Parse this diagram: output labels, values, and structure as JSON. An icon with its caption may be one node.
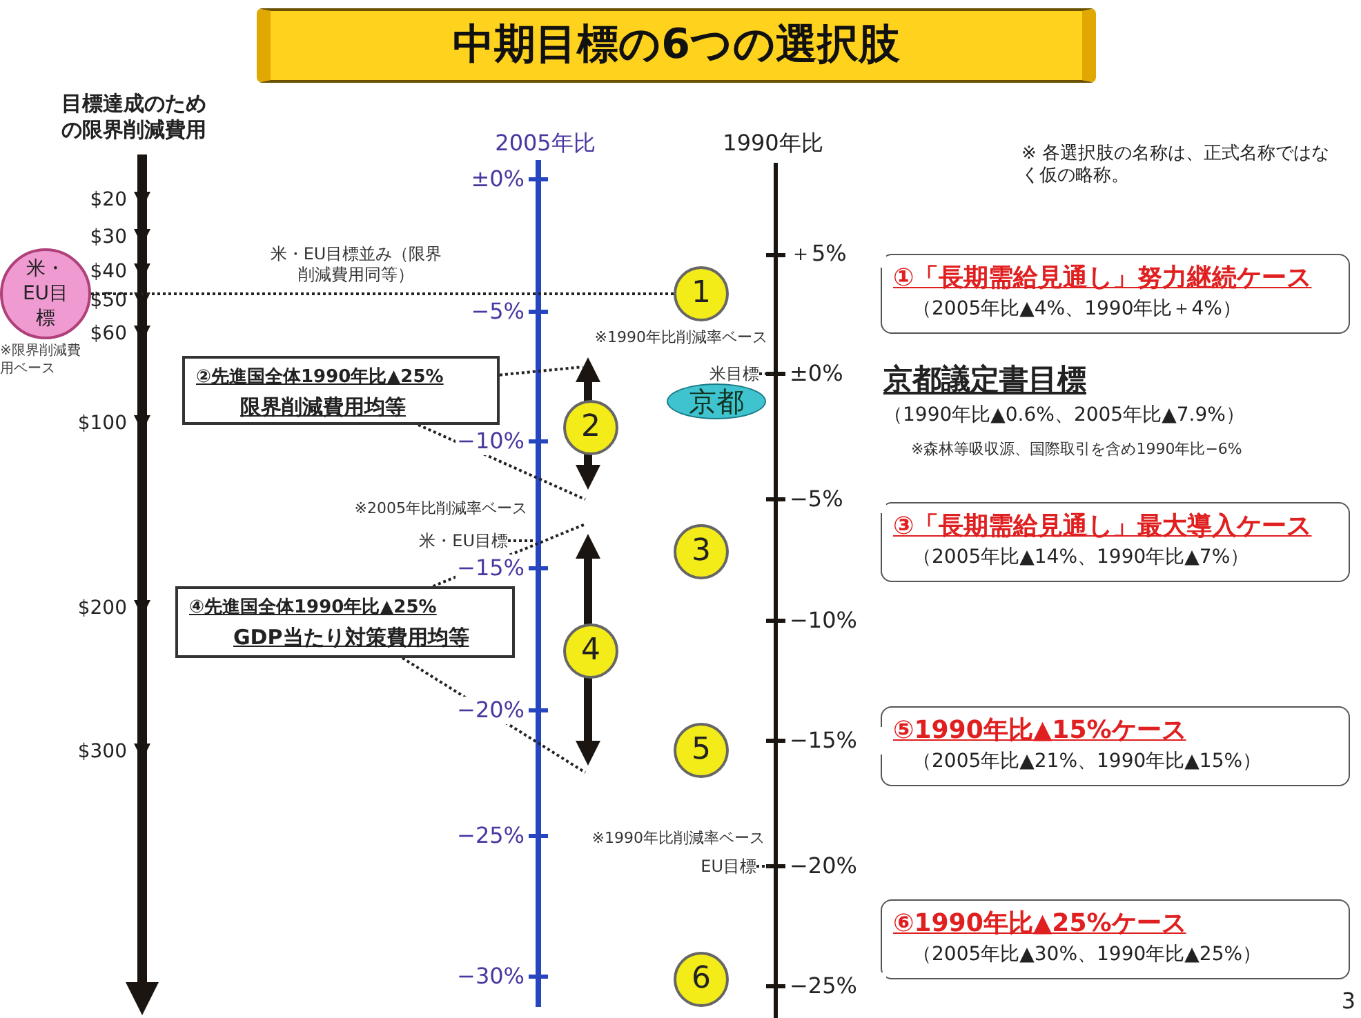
{
  "diagram": {
    "title": "中期目標の6つの選択肢",
    "nodes": [
      {
        "text": [
          "米・EU目標"
        ],
        "beside": [
          "※限界削減費用ベース"
        ]
      },
      {
        "text": [
          "②先進国全体1990年比▲25%",
          "限界削減費用均等"
        ]
      },
      {
        "text": [
          "④先進国全体1990年比▲25%",
          "GDP当たり対策費用均等"
        ]
      },
      {
        "text": [
          "1"
        ]
      },
      {
        "text": [
          "2"
        ]
      },
      {
        "text": [
          "3"
        ]
      },
      {
        "text": [
          "4"
        ]
      },
      {
        "text": [
          "5"
        ]
      },
      {
        "text": [
          "6"
        ]
      },
      {
        "text": [
          "京都"
        ]
      },
      {
        "text": [
          "①「長期需給見通し」努力継続ケース",
          "（2005年比▲4%、1990年比＋4%）"
        ]
      },
      {
        "text": [
          "③「長期需給見通し」最大導入ケース",
          "（2005年比▲14%、1990年比▲7%）"
        ]
      },
      {
        "text": [
          "⑤1990年比▲15%ケース",
          "（2005年比▲21%、1990年比▲15%）"
        ]
      },
      {
        "text": [
          "⑥1990年比▲25%ケース",
          "（2005年比▲30%、1990年比▲25%）"
        ]
      },
      {
        "text": [
          "米目標"
        ]
      },
      {
        "text": [
          "米・EU目標"
        ]
      },
      {
        "text": [
          "EU目標"
        ]
      }
    ],
    "edges": [
      {
        "from": 0,
        "to": 3,
        "arrow": "none",
        "style": "dashed",
        "label": "米・EU目標並み（限界削減費用同等）"
      },
      {
        "from": 1,
        "to": null,
        "arrow": "none",
        "style": "dashed"
      },
      {
        "from": 1,
        "to": null,
        "arrow": "none",
        "style": "dashed"
      },
      {
        "from": 2,
        "to": null,
        "arrow": "none",
        "style": "dashed"
      },
      {
        "from": 2,
        "to": null,
        "arrow": "none",
        "style": "dashed"
      },
      {
        "from": 14,
        "to": null,
        "arrow": "none",
        "style": "dashed"
      },
      {
        "from": 15,
        "to": null,
        "arrow": "none",
        "style": "dashed"
      },
      {
        "from": 16,
        "to": null,
        "arrow": "none",
        "style": "dashed"
      }
    ],
    "labels": [
      "目標達成のための限界削減費用",
      "$20",
      "$30",
      "$40",
      "$50",
      "$60",
      "$100",
      "$200",
      "$300",
      "2005年比",
      "±0%",
      "−5%",
      "−10%",
      "−15%",
      "−20%",
      "−25%",
      "−30%",
      "1990年比",
      "＋5%",
      "±0%",
      "−5%",
      "−10%",
      "−15%",
      "−20%",
      "−25%",
      "※ 各選択肢の名称は、正式名称ではなく仮の略称。",
      "※1990年比削減率ベース",
      "※2005年比削減率ベース",
      "※1990年比削減率ベース",
      "京都議定書目標",
      "（1990年比▲0.6%、2005年比▲7.9%）",
      "※森林等吸収源、国際取引を含め1990年比−6%",
      "3"
    ]
  }
}
